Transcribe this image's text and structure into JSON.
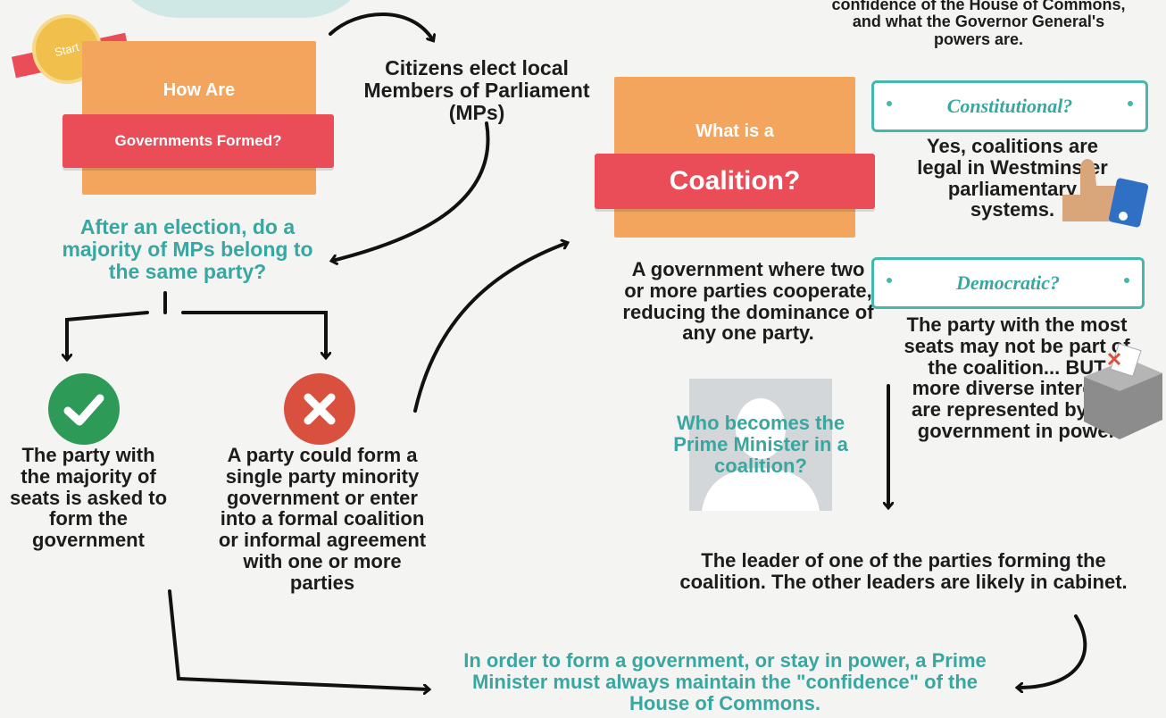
{
  "start_badge": "Start",
  "box_govts": {
    "title": "How Are",
    "banner": "Governments Formed?"
  },
  "citizens": "Citizens elect local Members of Parliament (MPs)",
  "question_majority": "After an election, do a majority of MPs belong to the same party?",
  "yes_text": "The party with the majority of seats is asked to form the government",
  "no_text": "A party could form a single party minority government or enter into a formal coalition or informal agreement with one or more parties",
  "box_coalition": {
    "title": "What is a",
    "banner": "Coalition?"
  },
  "coalition_definition": "A government where two or more parties cooperate, reducing the dominance of any one party.",
  "top_right_fragment": "confidence of the House of Commons, and what the Governor General's powers are.",
  "constitutional": {
    "label": "Constitutional?",
    "answer": "Yes, coalitions are legal in Westminster parliamentary systems."
  },
  "democratic": {
    "label": "Democratic?",
    "answer": "The party with the most seats may not be part of the coalition... BUT more diverse interests are represented by the government in power"
  },
  "pm_question": "Who becomes the Prime Minister in a coalition?",
  "pm_answer": "The leader of one of the parties forming the coalition. The other leaders are likely in cabinet.",
  "confidence_statement": "In order to form a government, or stay in power, a Prime Minister must always maintain the \"confidence\" of the House of Commons.",
  "colors": {
    "orange": "#f3a55e",
    "red": "#ea4c58",
    "teal": "#3aa6a0",
    "green": "#2e9a57",
    "cross_red": "#d9503e"
  },
  "icons": [
    "check-icon",
    "cross-icon",
    "thumbs-up-icon",
    "ballot-box-icon",
    "person-silhouette-icon"
  ]
}
